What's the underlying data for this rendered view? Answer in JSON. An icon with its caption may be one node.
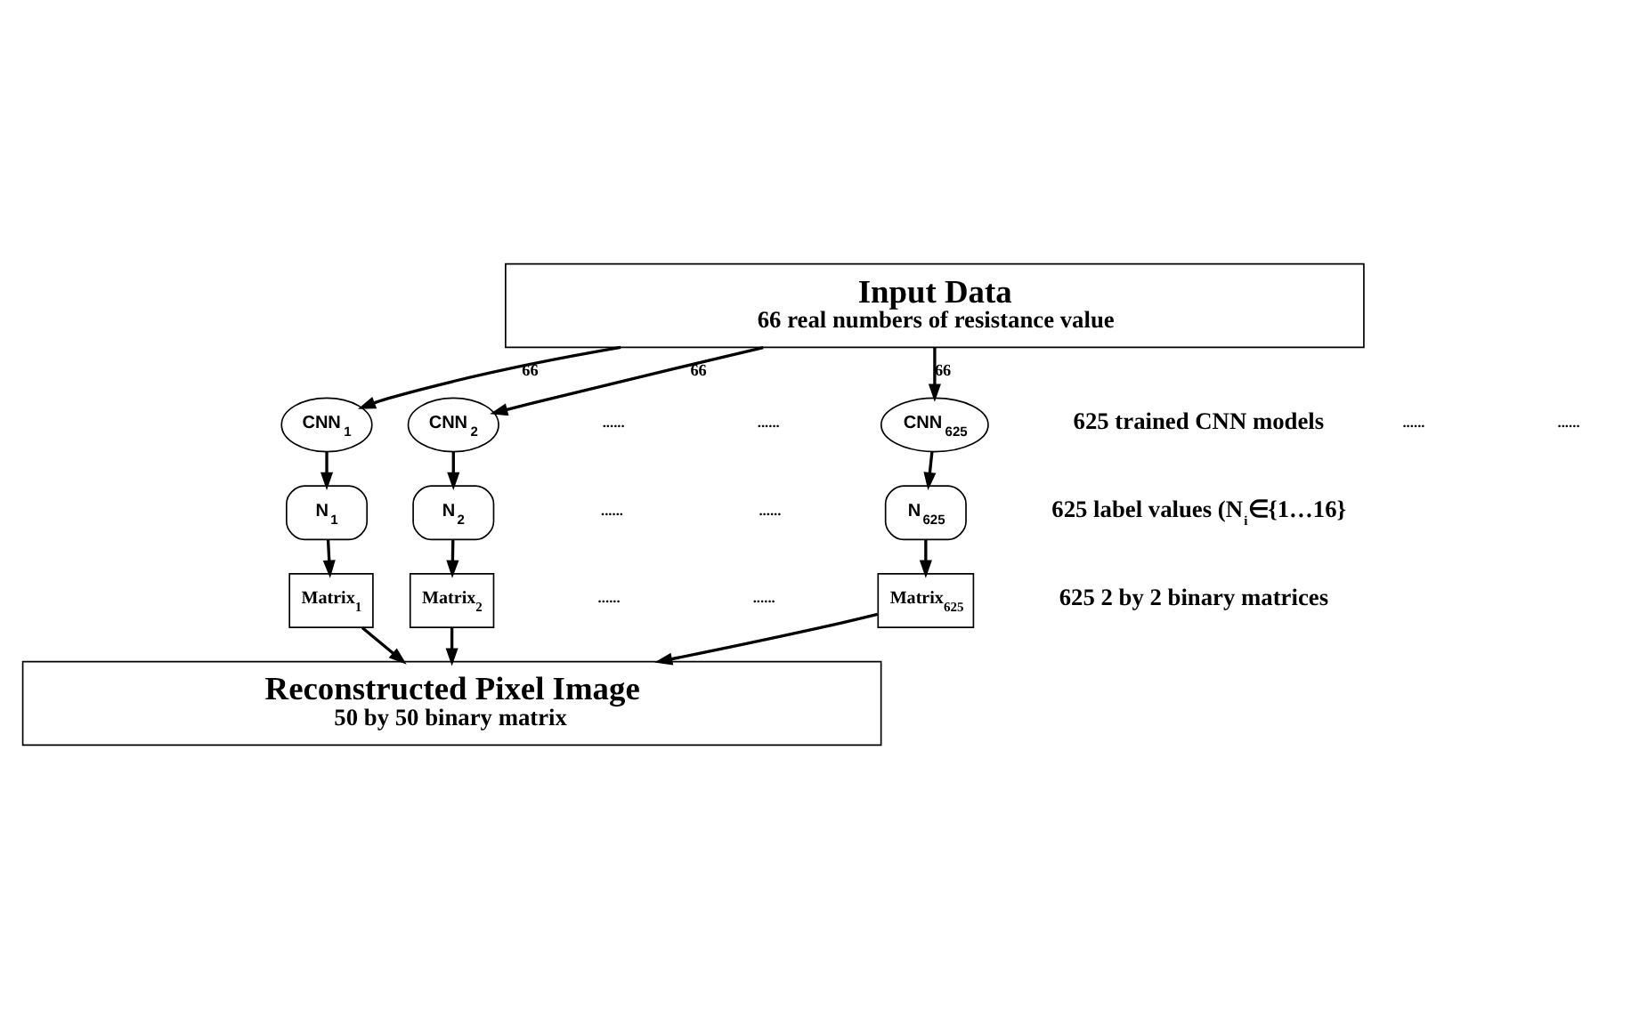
{
  "diagram": {
    "nodes": [
      {
        "text": [
          "Input Data",
          "66 real numbers of resistance value"
        ]
      },
      {
        "text": [
          "CNN$_{1}$"
        ]
      },
      {
        "text": [
          "CNN$_{2}$"
        ]
      },
      {
        "text": [
          "CNN$_{625}$"
        ]
      },
      {
        "text": [
          "N$_{1}$"
        ]
      },
      {
        "text": [
          "N$_{2}$"
        ]
      },
      {
        "text": [
          "N$_{625}$"
        ]
      },
      {
        "text": [
          "Matrix$_{1}$"
        ]
      },
      {
        "text": [
          "Matrix$_{2}$"
        ]
      },
      {
        "text": [
          "Matrix$_{625}$"
        ]
      },
      {
        "text": [
          "Reconstructed Pixel Image",
          "50 by 50 binary matrix"
        ]
      }
    ],
    "edges": [
      {
        "from": 0,
        "to": 1,
        "arrow": "to",
        "label": "66"
      },
      {
        "from": 0,
        "to": 2,
        "arrow": "to",
        "label": "66"
      },
      {
        "from": 0,
        "to": 3,
        "arrow": "to",
        "label": "66"
      },
      {
        "from": 1,
        "to": 4,
        "arrow": "to"
      },
      {
        "from": 2,
        "to": 5,
        "arrow": "to"
      },
      {
        "from": 3,
        "to": 6,
        "arrow": "to"
      },
      {
        "from": 4,
        "to": 7,
        "arrow": "to"
      },
      {
        "from": 5,
        "to": 8,
        "arrow": "to"
      },
      {
        "from": 6,
        "to": 9,
        "arrow": "to"
      },
      {
        "from": 7,
        "to": 10,
        "arrow": "to"
      },
      {
        "from": 8,
        "to": 10,
        "arrow": "to"
      },
      {
        "from": 9,
        "to": 10,
        "arrow": "to"
      }
    ],
    "labels": [
      "......",
      "......",
      "......",
      "......",
      "625 trained CNN models",
      "......",
      "......",
      "625 label values (N$_{i}$∈{1…16}",
      "......",
      "......",
      "625 2 by 2 binary matrices"
    ]
  }
}
